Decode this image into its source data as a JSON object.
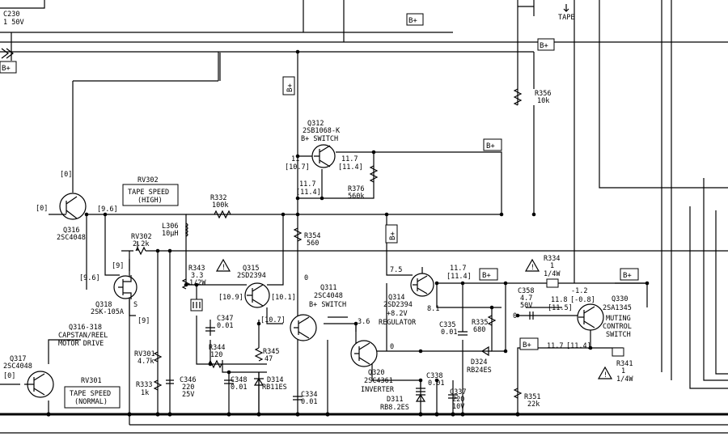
{
  "labels": {
    "c230": "C230",
    "c230_val": "1 50V",
    "tape": "TAPE",
    "r356": "R356",
    "r356_val": "10k",
    "q312": "Q312",
    "q312_part": "2SB1068-K",
    "q312_func": "B+ SWITCH",
    "q312_v11": "11",
    "q312_v107": "[10.7]",
    "q312_v117a": "11.7",
    "q312_v114a": "[11.4]",
    "q312_v117b": "11.7",
    "q312_v114b": "[11.4]",
    "r376": "R376",
    "r376_val": "560k",
    "rv302_box1": "RV302",
    "tape_speed_high_1": "TAPE SPEED",
    "tape_speed_high_2": "(HIGH)",
    "q316_v0": "[0]",
    "q316_v0b": "[0]",
    "q316_v96": "[9.6]",
    "q316": "Q316",
    "q316_part": "2SC4048",
    "r332": "R332",
    "r332_val": "100k",
    "l306": "L306",
    "l306_val": "10μH",
    "r354": "R354",
    "r354_val": "560",
    "rv302": "RV302",
    "rv302_val": "2.2k",
    "q318_v9": "[9]",
    "q318_v96": "[9.6]",
    "q318": "Q318",
    "q318_part": "2SK-105A",
    "q318_s": "S",
    "q318_v9b": "[9]",
    "motor_1": "Q316-318",
    "motor_2": "CAPSTAN/REEL",
    "motor_3": "MOTOR DRIVE",
    "r343": "R343",
    "r343_val1": "3.3",
    "r343_val2": "1/2W",
    "q315": "Q315",
    "q315_part": "2SD2394",
    "q315_v109": "[10.9]",
    "q315_v101": "[10.1]",
    "q315_v107": "[10.7]",
    "c347": "C347",
    "c347_val": "0.01",
    "r344": "R344",
    "r344_val": "120",
    "r345": "R345",
    "r345_val": "47",
    "q311_v0": "0",
    "q311": "Q311",
    "q311_part": "2SC4048",
    "q311_func": "B+ SWITCH",
    "q311_v36": "3.6",
    "q314_v75": "7.5",
    "q314": "Q314",
    "q314_part": "2SD2394",
    "q314_func1": "+8.2V",
    "q314_func2": "REGULATOR",
    "q314_v81": "8.1",
    "v117": "11.7",
    "v114": "[11.4]",
    "c335": "C335",
    "c335_val": "0.01",
    "r335": "R335",
    "r335_val": "680",
    "r334": "R334",
    "r334_val1": "1",
    "r334_val2": "1/4W",
    "c358": "C358",
    "c358_val1": "4.7",
    "c358_val2": "50V",
    "c358_v0": "0",
    "q330_vm12": "-1.2",
    "q330_v118": "11.8",
    "q330_vm08": "[-0.8]",
    "q330_v115": "[11.5]",
    "q330": "Q330",
    "q330_part": "2SA1345",
    "q330_func1": "MUTING",
    "q330_func2": "CONTROL",
    "q330_func3": "SWITCH",
    "v117b": "11.7",
    "v114b": "[11.4]",
    "d324": "D324",
    "d324_part": "RB24ES",
    "q320_v0": "0",
    "q320": "Q320",
    "q320_part": "2SC4361",
    "q320_func": "INVERTER",
    "c338": "C338",
    "c338_val": "0.01",
    "c337": "C337",
    "c337_val1": "220",
    "c337_val2": "10V",
    "d311": "D311",
    "d311_part": "RB8.2ES",
    "r351": "R351",
    "r351_val": "22k",
    "r341": "R341",
    "r341_val1": "1",
    "r341_val2": "1/4W",
    "rv301": "RV301",
    "rv301_val": "4.7k",
    "r333": "R333",
    "r333_val": "1k",
    "c346": "C346",
    "c346_val1": "220",
    "c346_val2": "25V",
    "c348": "C348",
    "c348_val": "0.01",
    "d314": "D314",
    "d314_part": "RB11ES",
    "c334": "C334",
    "c334_val": "0.01",
    "q317": "Q317",
    "q317_part": "2SC4048",
    "q317_v0": "[0]",
    "rv301_box": "RV301",
    "tape_speed_normal_1": "TAPE SPEED",
    "tape_speed_normal_2": "(NORMAL)",
    "bplus": "B+"
  }
}
